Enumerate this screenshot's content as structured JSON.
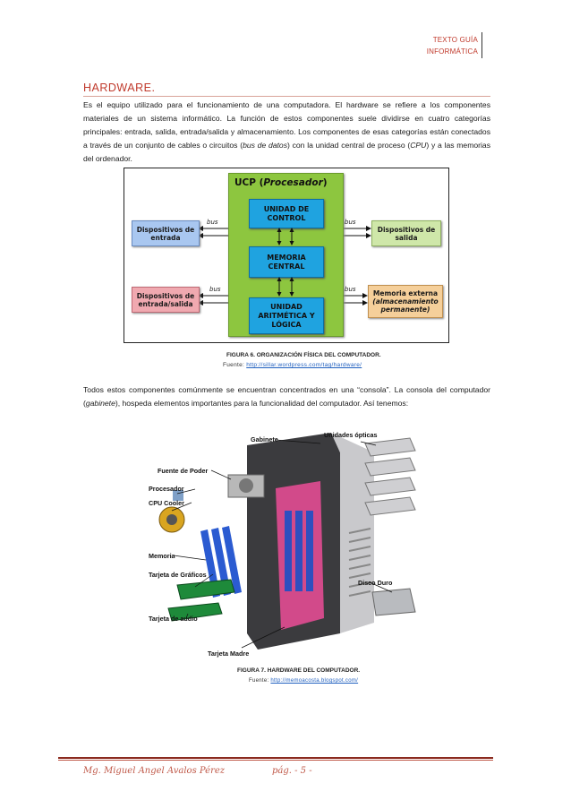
{
  "header": {
    "line1": "TEXTO GUÍA",
    "line2": "INFORMÁTICA"
  },
  "title": "HARDWARE.",
  "paragraph1": {
    "a": "Es el equipo utilizado para el funcionamiento de una computadora. El hardware se refiere a los componentes materiales de un sistema informático. La función de estos componentes suele dividirse en cuatro categorías principales: entrada, salida, entrada/salida y almacenamiento. Los componentes de esas categorías están conectados a través de un conjunto de cables o circuitos (",
    "b": "bus de datos",
    "c": ") con la unidad central de proceso (",
    "d": "CPU",
    "e": ")  y a las memorias del ordenador."
  },
  "figure6": {
    "ucp_title_a": "UCP (",
    "ucp_title_b": "Procesador",
    "ucp_title_c": ")",
    "control": "UNIDAD DE CONTROL",
    "memoria": "MEMORIA CENTRAL",
    "alu": "UNIDAD ARITMÉTICA Y LÓGICA",
    "entrada": "Dispositivos de entrada",
    "entrada_salida": "Dispositivos de entrada/salida",
    "salida": "Dispositivos de salida",
    "externa_a": "Memoria externa",
    "externa_b": "(almacenamiento permanente)",
    "bus": "bus",
    "caption": "FIGURA 6. ORGANIZACIÓN FÍSICA DEL COMPUTADOR.",
    "source_label": "Fuente: ",
    "source_url": "http://sillar.wordpress.com/tag/hardware/"
  },
  "paragraph2": {
    "a": "Todos estos componentes comúnmente se encuentran concentrados en una “consola”. La consola del computador (",
    "b": "gabinete",
    "c": "), hospeda elementos importantes para la funcionalidad del computador. Así tenemos:"
  },
  "figure7": {
    "labels": {
      "gabinete": "Gabinete",
      "unidades": "Unidades ópticas",
      "fuente": "Fuente de Poder",
      "procesador": "Procesador",
      "cooler": "CPU Cooler",
      "memoria": "Memoria",
      "graficos": "Tarjeta de Gráficos",
      "disco": "Disco Duro",
      "audio": "Tarjeta de audio",
      "madre": "Tarjeta Madre"
    },
    "caption": "FIGURA 7. HARDWARE DEL COMPUTADOR.",
    "source_label": "Fuente: ",
    "source_url": "http://memoacosta.blogspot.com/"
  },
  "footer": {
    "author": "Mg. Miguel Angel Avalos Pérez",
    "page": "pág. - 5 -"
  },
  "colors": {
    "accent": "#c0392b",
    "ucp_green": "#8dc63f",
    "unit_blue": "#1fa3e0"
  }
}
